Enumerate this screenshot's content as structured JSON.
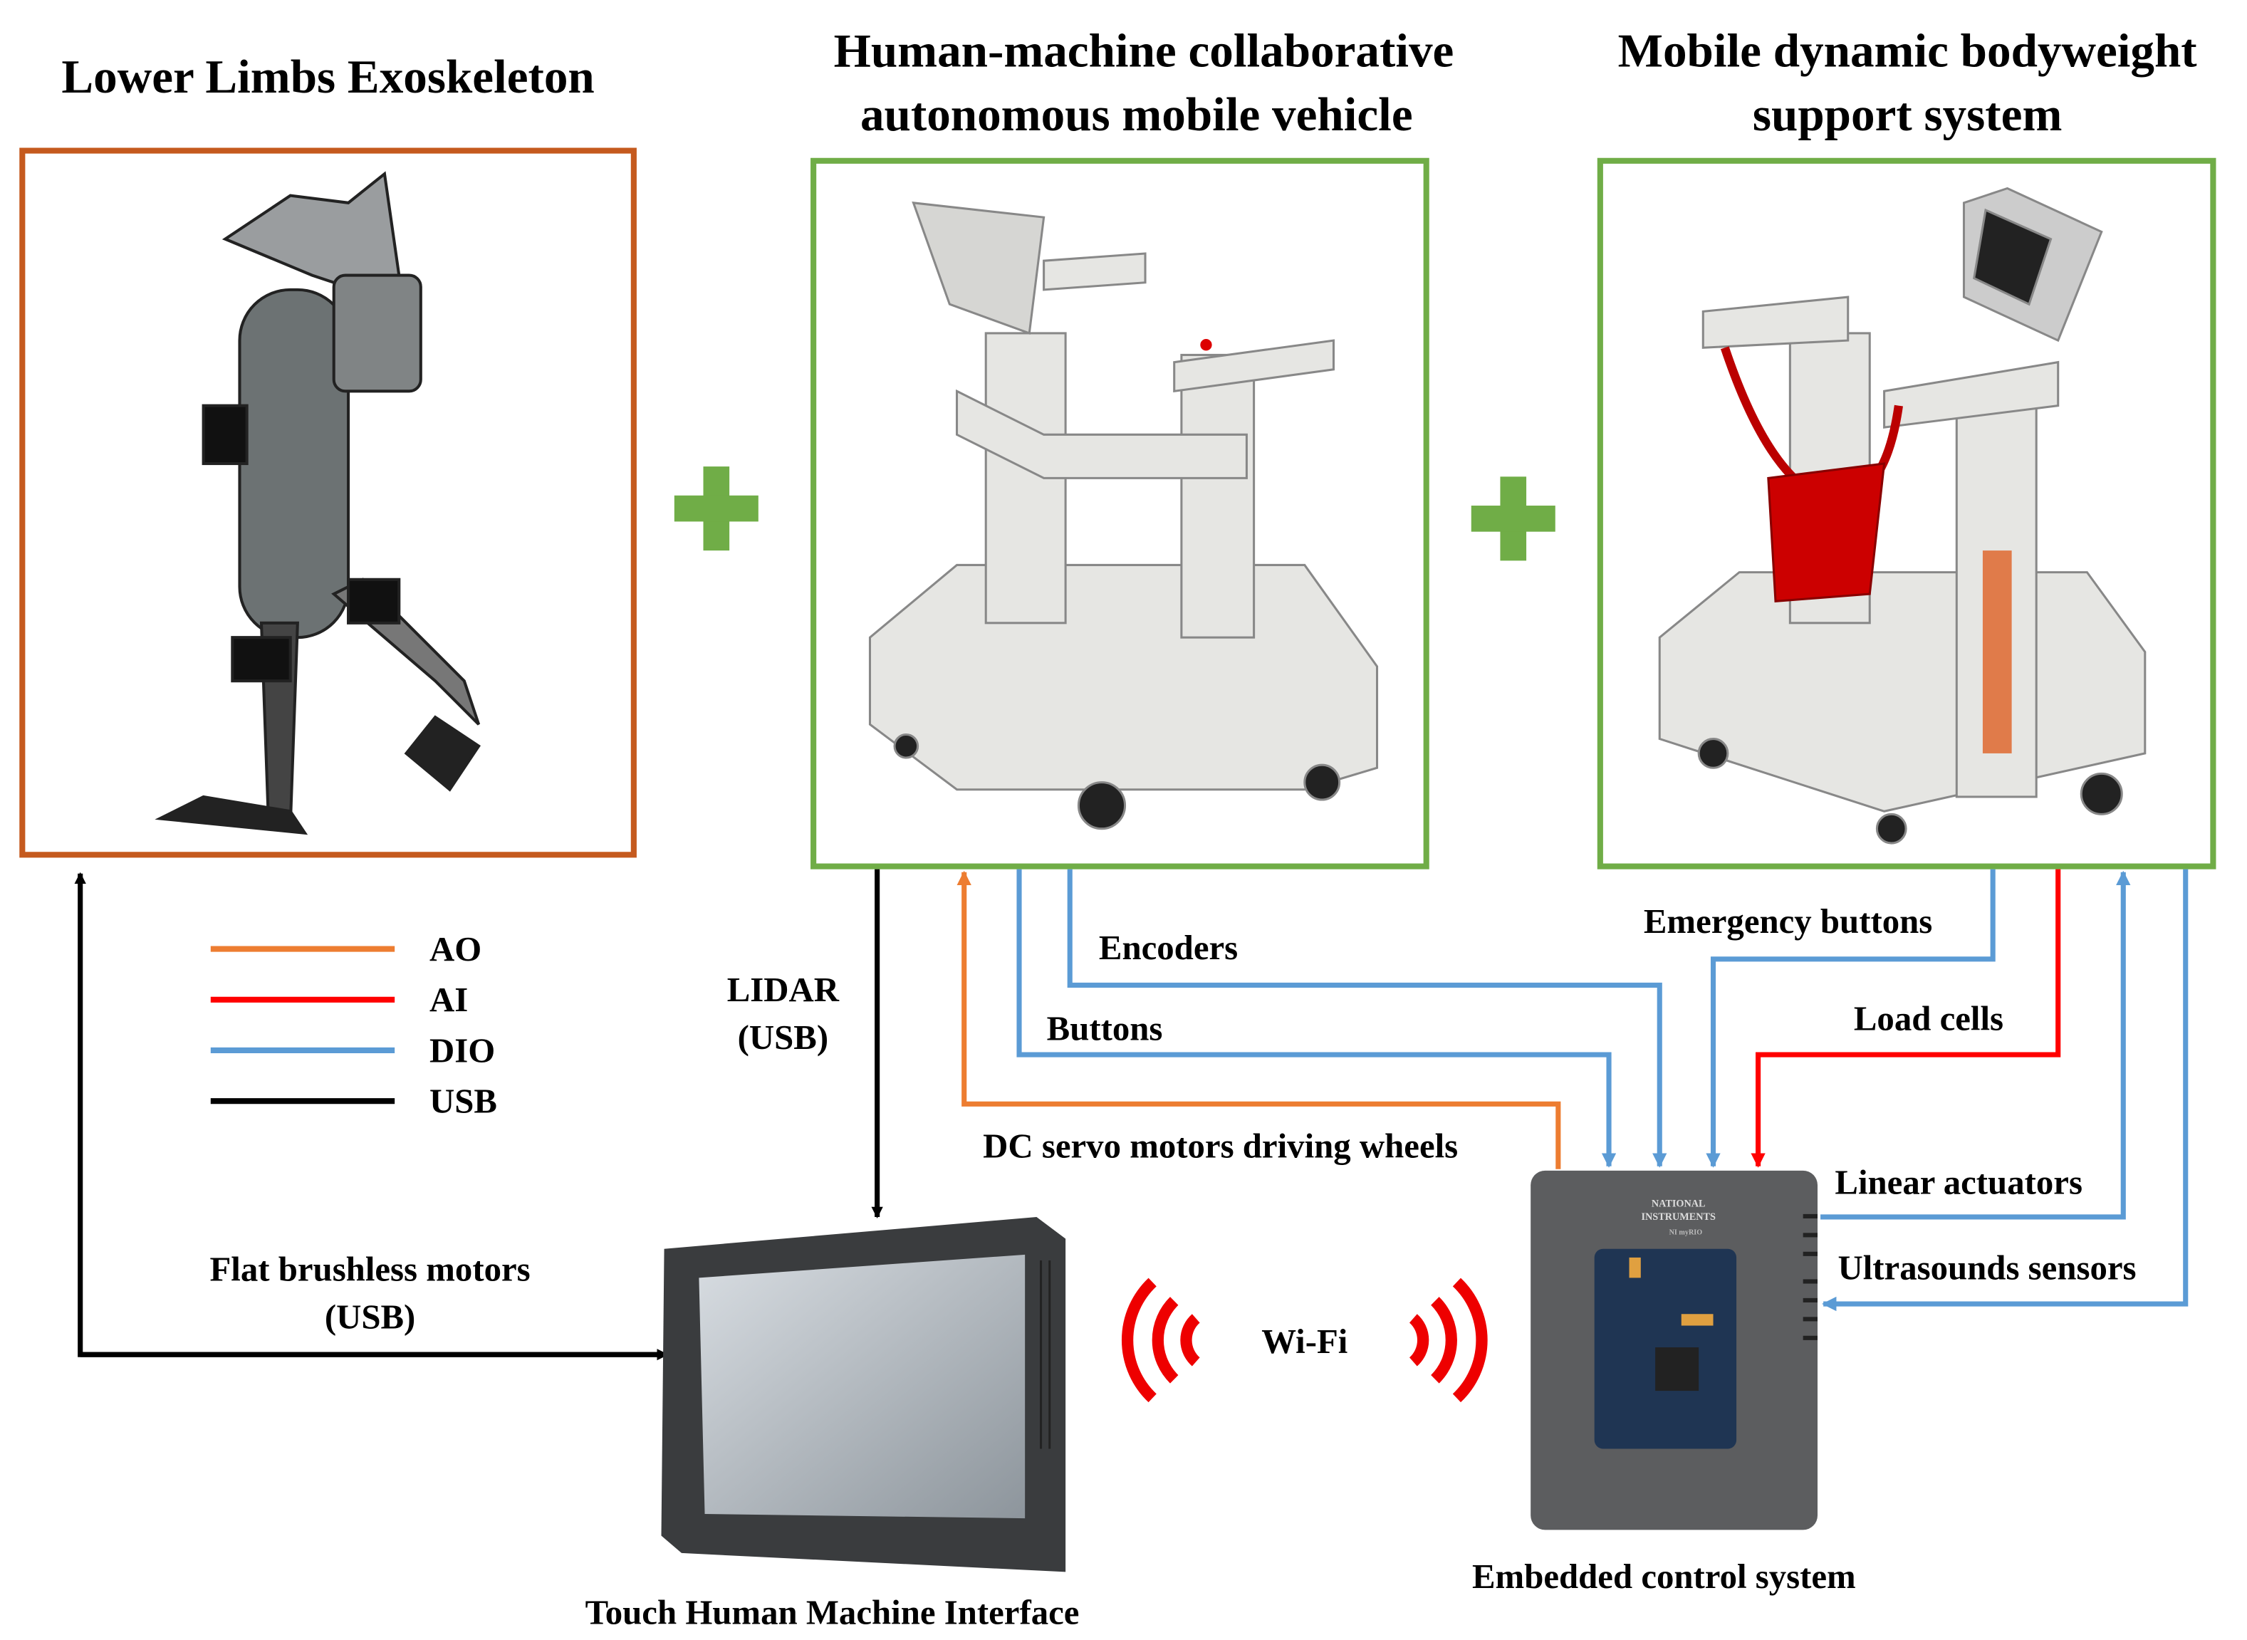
{
  "titles": {
    "exoskeleton": "Lower Limbs Exoskeleton",
    "vehicle_line1": "Human-machine collaborative",
    "vehicle_line2": "autonomous mobile vehicle",
    "bws_line1": "Mobile dynamic bodyweight",
    "bws_line2": "support system"
  },
  "legend": [
    {
      "label": "AO",
      "color": "#ed7d31"
    },
    {
      "label": "AI",
      "color": "#ff0000"
    },
    {
      "label": "DIO",
      "color": "#5b9bd5"
    },
    {
      "label": "USB",
      "color": "#000000"
    }
  ],
  "signals": {
    "lidar_1": "LIDAR",
    "lidar_2": "(USB)",
    "encoders": "Encoders",
    "buttons": "Buttons",
    "dc_motors": "DC servo motors driving wheels",
    "emergency": "Emergency buttons",
    "load_cells": "Load cells",
    "linear_actuators": "Linear actuators",
    "ultrasounds": "Ultrasounds sensors",
    "flat_motors_1": "Flat brushless motors",
    "flat_motors_2": "(USB)",
    "wifi": "Wi-Fi"
  },
  "devices": {
    "hmi": "Touch Human Machine Interface",
    "controller": "Embedded control system",
    "controller_brand_1": "NATIONAL",
    "controller_brand_2": "INSTRUMENTS",
    "controller_model": "NI myRIO"
  },
  "colors": {
    "exo_frame": "#c55a1e",
    "green_frame": "#70ad47",
    "ao": "#ed7d31",
    "ai": "#ff0000",
    "dio": "#5b9bd5",
    "usb": "#000000"
  }
}
